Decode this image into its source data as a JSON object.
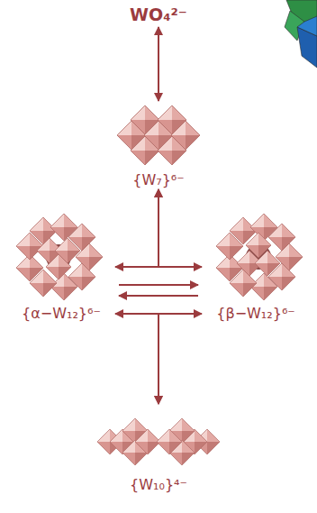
{
  "diagram": {
    "nodes": [
      {
        "text": [
          "WO₄²⁻"
        ]
      },
      {
        "text": [
          "{W₇}⁶⁻"
        ]
      },
      {
        "text": [
          "{α−W₁₂}⁶⁻"
        ]
      },
      {
        "text": [
          "{β−W₁₂}⁶⁻"
        ]
      },
      {
        "text": [
          "{W₁₀}⁴⁻"
        ]
      }
    ],
    "edges": [
      {
        "from": 0,
        "to": 1,
        "arrow": "both"
      },
      {
        "from": 1,
        "to": 2,
        "arrow": "both"
      },
      {
        "from": 1,
        "to": 3,
        "arrow": "both"
      },
      {
        "from": 2,
        "to": 3,
        "arrow": "both"
      },
      {
        "from": 4,
        "to": 2,
        "arrow": "both"
      },
      {
        "from": 4,
        "to": 3,
        "arrow": "both"
      }
    ]
  }
}
